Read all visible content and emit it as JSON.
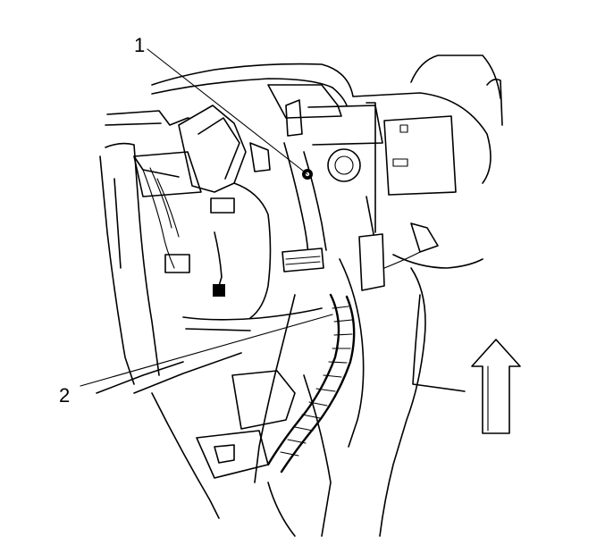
{
  "callouts": [
    {
      "id": "1",
      "label": "1"
    },
    {
      "id": "2",
      "label": "2"
    }
  ],
  "icons": {
    "direction_arrow": "up-arrow-icon"
  },
  "colors": {
    "line": "#000000",
    "background": "#ffffff"
  }
}
